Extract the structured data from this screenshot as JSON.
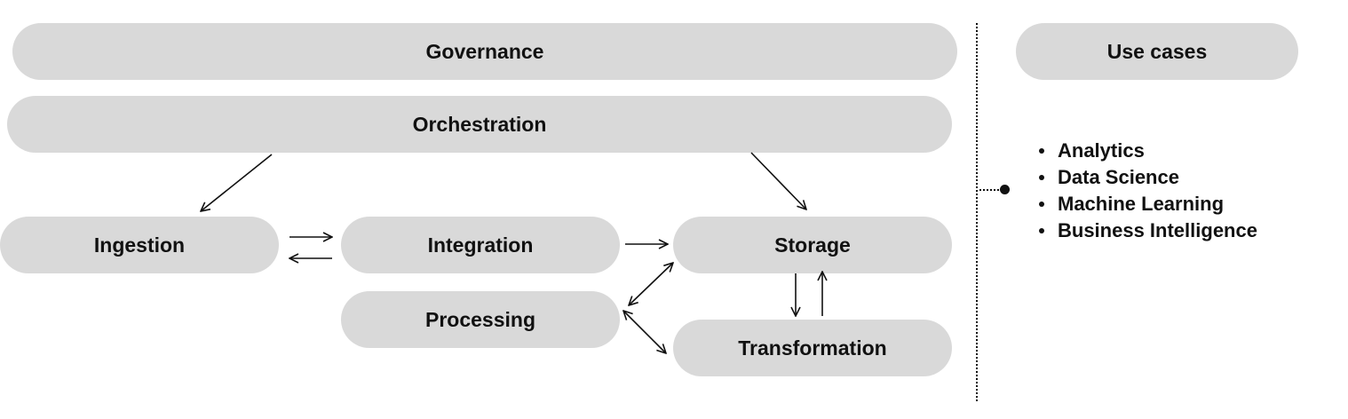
{
  "stack": {
    "governance": "Governance",
    "orchestration": "Orchestration",
    "ingestion": "Ingestion",
    "integration": "Integration",
    "storage": "Storage",
    "processing": "Processing",
    "transformation": "Transformation"
  },
  "use_cases": {
    "title": "Use cases",
    "items": [
      "Analytics",
      "Data Science",
      "Machine Learning",
      "Business Intelligence"
    ]
  },
  "colors": {
    "pill_fill": "#d9d9d9",
    "text": "#111111",
    "arrow": "#111111"
  }
}
